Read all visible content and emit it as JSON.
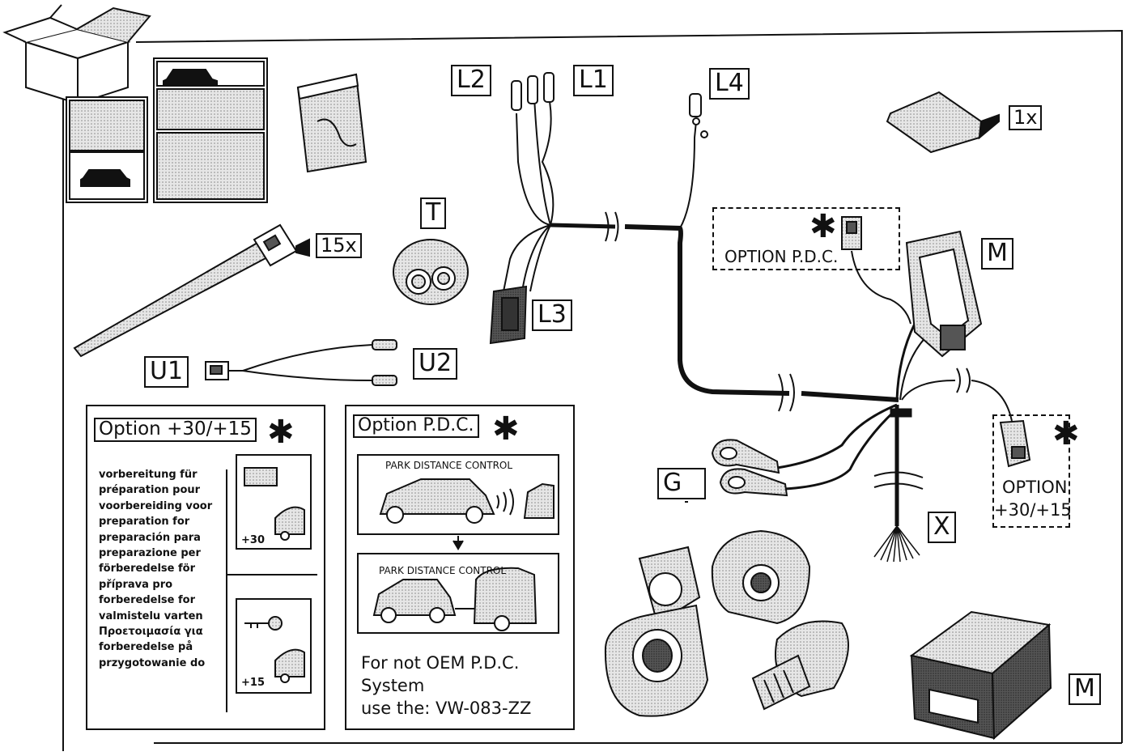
{
  "labels": {
    "l2": "L2",
    "l1": "L1",
    "l4": "L4",
    "t": "T",
    "l3": "L3",
    "qty_ties": "15x",
    "qty_sheet": "1x",
    "u1": "U1",
    "u2": "U2",
    "m_connector": "M",
    "m_module": "M",
    "g": "G",
    "x": "X"
  },
  "options": {
    "pdc_top": "OPTION P.D.C.",
    "option_30_15_line1": "OPTION",
    "option_30_15_line2": "+30/+15",
    "star": "✱"
  },
  "panel_30_15": {
    "title": "Option +30/+15",
    "languages": [
      "vorbereitung für",
      "préparation pour",
      "voorbereiding voor",
      "preparation for",
      "preparación para",
      "preparazione per",
      "förberedelse för",
      "příprava pro",
      "forberedelse for",
      "valmistelu varten",
      "Προετοιμασία για",
      "forberedelse på",
      "przygotowanie do"
    ],
    "plus30": "+30",
    "plus15": "+15"
  },
  "panel_pdc": {
    "title": "Option P.D.C.",
    "caption1": "PARK DISTANCE CONTROL",
    "caption2": "PARK DISTANCE CONTROL",
    "note_line1": "For not OEM P.D.C.",
    "note_line2": "System",
    "note_line3": "use the: VW-083-ZZ"
  }
}
